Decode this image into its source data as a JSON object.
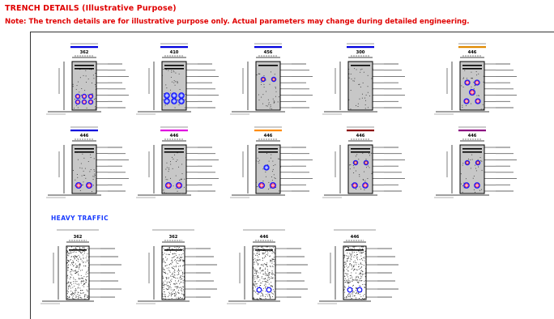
{
  "header": {
    "title": "TRENCH DETAILS (Illustrative Purpose)",
    "note": "Note: The trench details are for illustrative purpose only. Actual parameters may change during detailed engineering."
  },
  "sections": {
    "heavy_traffic_label": "HEAVY TRAFFIC"
  },
  "trenches": [
    {
      "id": "t1",
      "width_label": "362",
      "bar_color": "#0000dd",
      "bands": 2,
      "cables": "grid6"
    },
    {
      "id": "t2",
      "width_label": "410",
      "bar_color": "#0000dd",
      "bands": 2,
      "cables": "grid9"
    },
    {
      "id": "t3",
      "width_label": "456",
      "bar_color": "#0000dd",
      "bands": 1,
      "cables": "pair-red"
    },
    {
      "id": "t4",
      "width_label": "300",
      "bar_color": "#0000dd",
      "bands": 1,
      "cables": "none"
    },
    {
      "id": "t5",
      "width_label": "446",
      "bar_color": "#e08a00",
      "bands": 2,
      "cables": "cluster"
    },
    {
      "id": "t6",
      "width_label": "446",
      "bar_color": "#0000dd",
      "bands": 2,
      "cables": "pair"
    },
    {
      "id": "t7",
      "width_label": "446",
      "bar_color": "#e000e0",
      "bands": 2,
      "cables": "pair"
    },
    {
      "id": "t8",
      "width_label": "446",
      "bar_color": "#ff8c00",
      "bands": 2,
      "cables": "trio"
    },
    {
      "id": "t9",
      "width_label": "446",
      "bar_color": "#8b0000",
      "bands": 2,
      "cables": "pair-red"
    },
    {
      "id": "t10",
      "width_label": "446",
      "bar_color": "#8b0080",
      "bands": 2,
      "cables": "pair-red"
    },
    {
      "id": "h1",
      "width_label": "362",
      "bar_color": "",
      "bands": 1,
      "cables": "dense"
    },
    {
      "id": "h2",
      "width_label": "362",
      "bar_color": "",
      "bands": 1,
      "cables": "dense"
    },
    {
      "id": "h3",
      "width_label": "446",
      "bar_color": "",
      "bands": 1,
      "cables": "dense-pair"
    },
    {
      "id": "h4",
      "width_label": "446",
      "bar_color": "",
      "bands": 1,
      "cables": "dense-pair"
    }
  ]
}
